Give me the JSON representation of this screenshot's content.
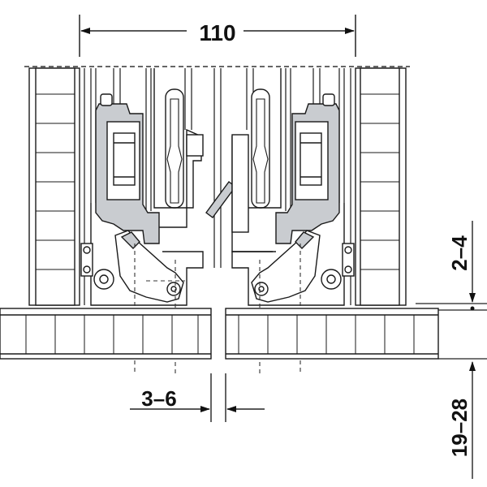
{
  "dimensions": {
    "overall_width": "110",
    "gap_offset": "3–6",
    "vertical_offset": "2–4",
    "panel_thickness": "19–28"
  },
  "colors": {
    "line": "#1a1a1a",
    "accent_fill": "#c9ccd0",
    "background": "#ffffff"
  }
}
